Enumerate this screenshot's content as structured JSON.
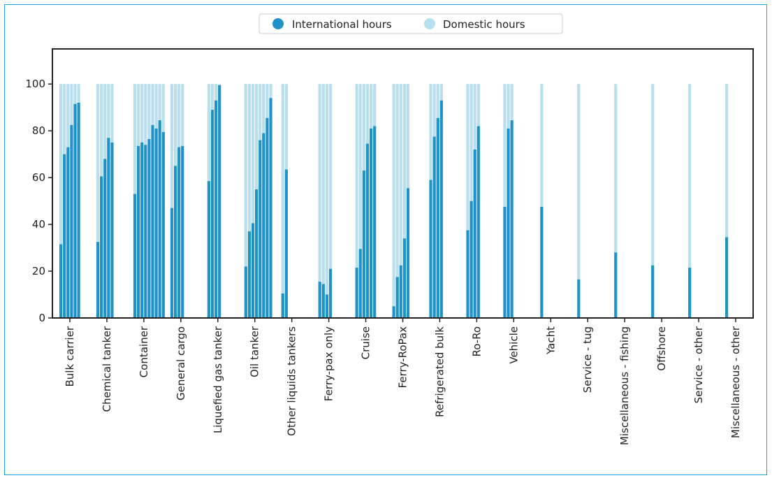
{
  "chart_data": {
    "type": "bar",
    "stacked": true,
    "normalized_to": 100,
    "ylim": [
      0,
      115
    ],
    "yticks": [
      0,
      20,
      40,
      60,
      80,
      100
    ],
    "grid": false,
    "legend_position": "top-center",
    "colors": {
      "international": "#1f93c8",
      "domestic": "#b9dfee"
    },
    "series": [
      {
        "name": "International hours"
      },
      {
        "name": "Domestic hours"
      }
    ],
    "categories": [
      {
        "label": "Bulk carrier",
        "international": [
          31.5,
          70,
          73,
          82.5,
          91.5,
          92
        ]
      },
      {
        "label": "Chemical tanker",
        "international": [
          32.5,
          60.5,
          68,
          77,
          75
        ]
      },
      {
        "label": "Container",
        "international": [
          53,
          73.5,
          75,
          74,
          76.5,
          82.5,
          81,
          84.5,
          79.5
        ]
      },
      {
        "label": "General cargo",
        "international": [
          47,
          65,
          73,
          73.5
        ]
      },
      {
        "label": "Liquefied gas tanker",
        "international": [
          58.5,
          89,
          93,
          99.5
        ]
      },
      {
        "label": "Oil tanker",
        "international": [
          22,
          37,
          40.5,
          55,
          76,
          79,
          85.5,
          94
        ]
      },
      {
        "label": "Other liquids tankers",
        "international": [
          10.5,
          63.5
        ]
      },
      {
        "label": "Ferry-pax only",
        "international": [
          15.5,
          14.5,
          10,
          21
        ]
      },
      {
        "label": "Cruise",
        "international": [
          21.5,
          29.5,
          63,
          74.5,
          81,
          82
        ]
      },
      {
        "label": "Ferry-RoPax",
        "international": [
          5,
          17.5,
          22.5,
          34,
          55.5
        ]
      },
      {
        "label": "Refrigerated bulk",
        "international": [
          59,
          77.5,
          85.5,
          93
        ]
      },
      {
        "label": "Ro-Ro",
        "international": [
          37.5,
          50,
          72,
          82
        ]
      },
      {
        "label": "Vehicle",
        "international": [
          47.5,
          81,
          84.5
        ]
      },
      {
        "label": "Yacht",
        "international": [
          47.5
        ]
      },
      {
        "label": "Service - tug",
        "international": [
          16.5
        ]
      },
      {
        "label": "Miscellaneous - fishing",
        "international": [
          28
        ]
      },
      {
        "label": "Offshore",
        "international": [
          22.5
        ]
      },
      {
        "label": "Service - other",
        "international": [
          21.5
        ]
      },
      {
        "label": "Miscellaneous - other",
        "international": [
          34.5
        ]
      }
    ]
  }
}
